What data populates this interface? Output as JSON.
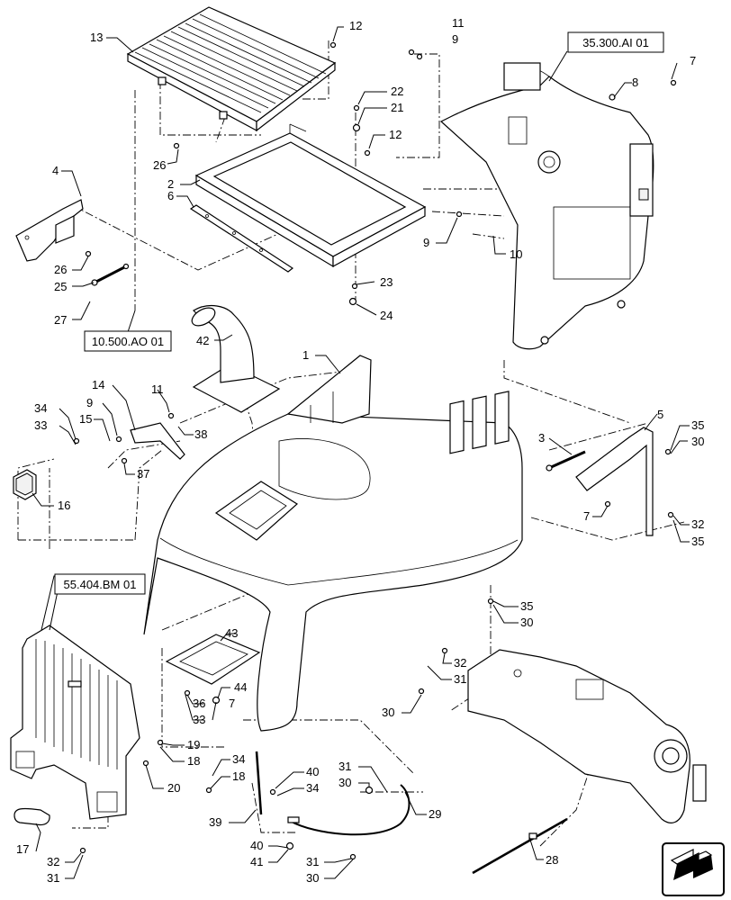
{
  "references": {
    "ref1": "35.300.AI 01",
    "ref2": "10.500.AO 01",
    "ref3": "55.404.BM 01"
  },
  "callouts": {
    "c13": "13",
    "c12a": "12",
    "c11a": "11",
    "c9a": "9",
    "c7a": "7",
    "c8": "8",
    "c22": "22",
    "c21": "21",
    "c12b": "12",
    "c26a": "26",
    "c2": "2",
    "c6": "6",
    "c4": "4",
    "c26b": "26",
    "c25": "25",
    "c27": "27",
    "c23": "23",
    "c24": "24",
    "c9b": "9",
    "c10": "10",
    "c42": "42",
    "c1": "1",
    "c14": "14",
    "c9c": "9",
    "c11b": "11",
    "c15": "15",
    "c38": "38",
    "c37": "37",
    "c34a": "34",
    "c33a": "33",
    "c16": "16",
    "c3": "3",
    "c5": "5",
    "c35a": "35",
    "c30a": "30",
    "c7b": "7",
    "c32a": "32",
    "c35b": "35",
    "c35c": "35",
    "c30b": "30",
    "c43": "43",
    "c36": "36",
    "c44": "44",
    "c33b": "33",
    "c7c": "7",
    "c32b": "32",
    "c31a": "31",
    "c30c": "30",
    "c19": "19",
    "c18a": "18",
    "c20": "20",
    "c34b": "34",
    "c18b": "18",
    "c40a": "40",
    "c34c": "34",
    "c31b": "31",
    "c30d": "30",
    "c29": "29",
    "c39": "39",
    "c40b": "40",
    "c41": "41",
    "c31c": "31",
    "c30e": "30",
    "c17": "17",
    "c32c": "32",
    "c31d": "31",
    "c28": "28"
  },
  "icons": {
    "corner": "navigation-arrow-icon"
  }
}
